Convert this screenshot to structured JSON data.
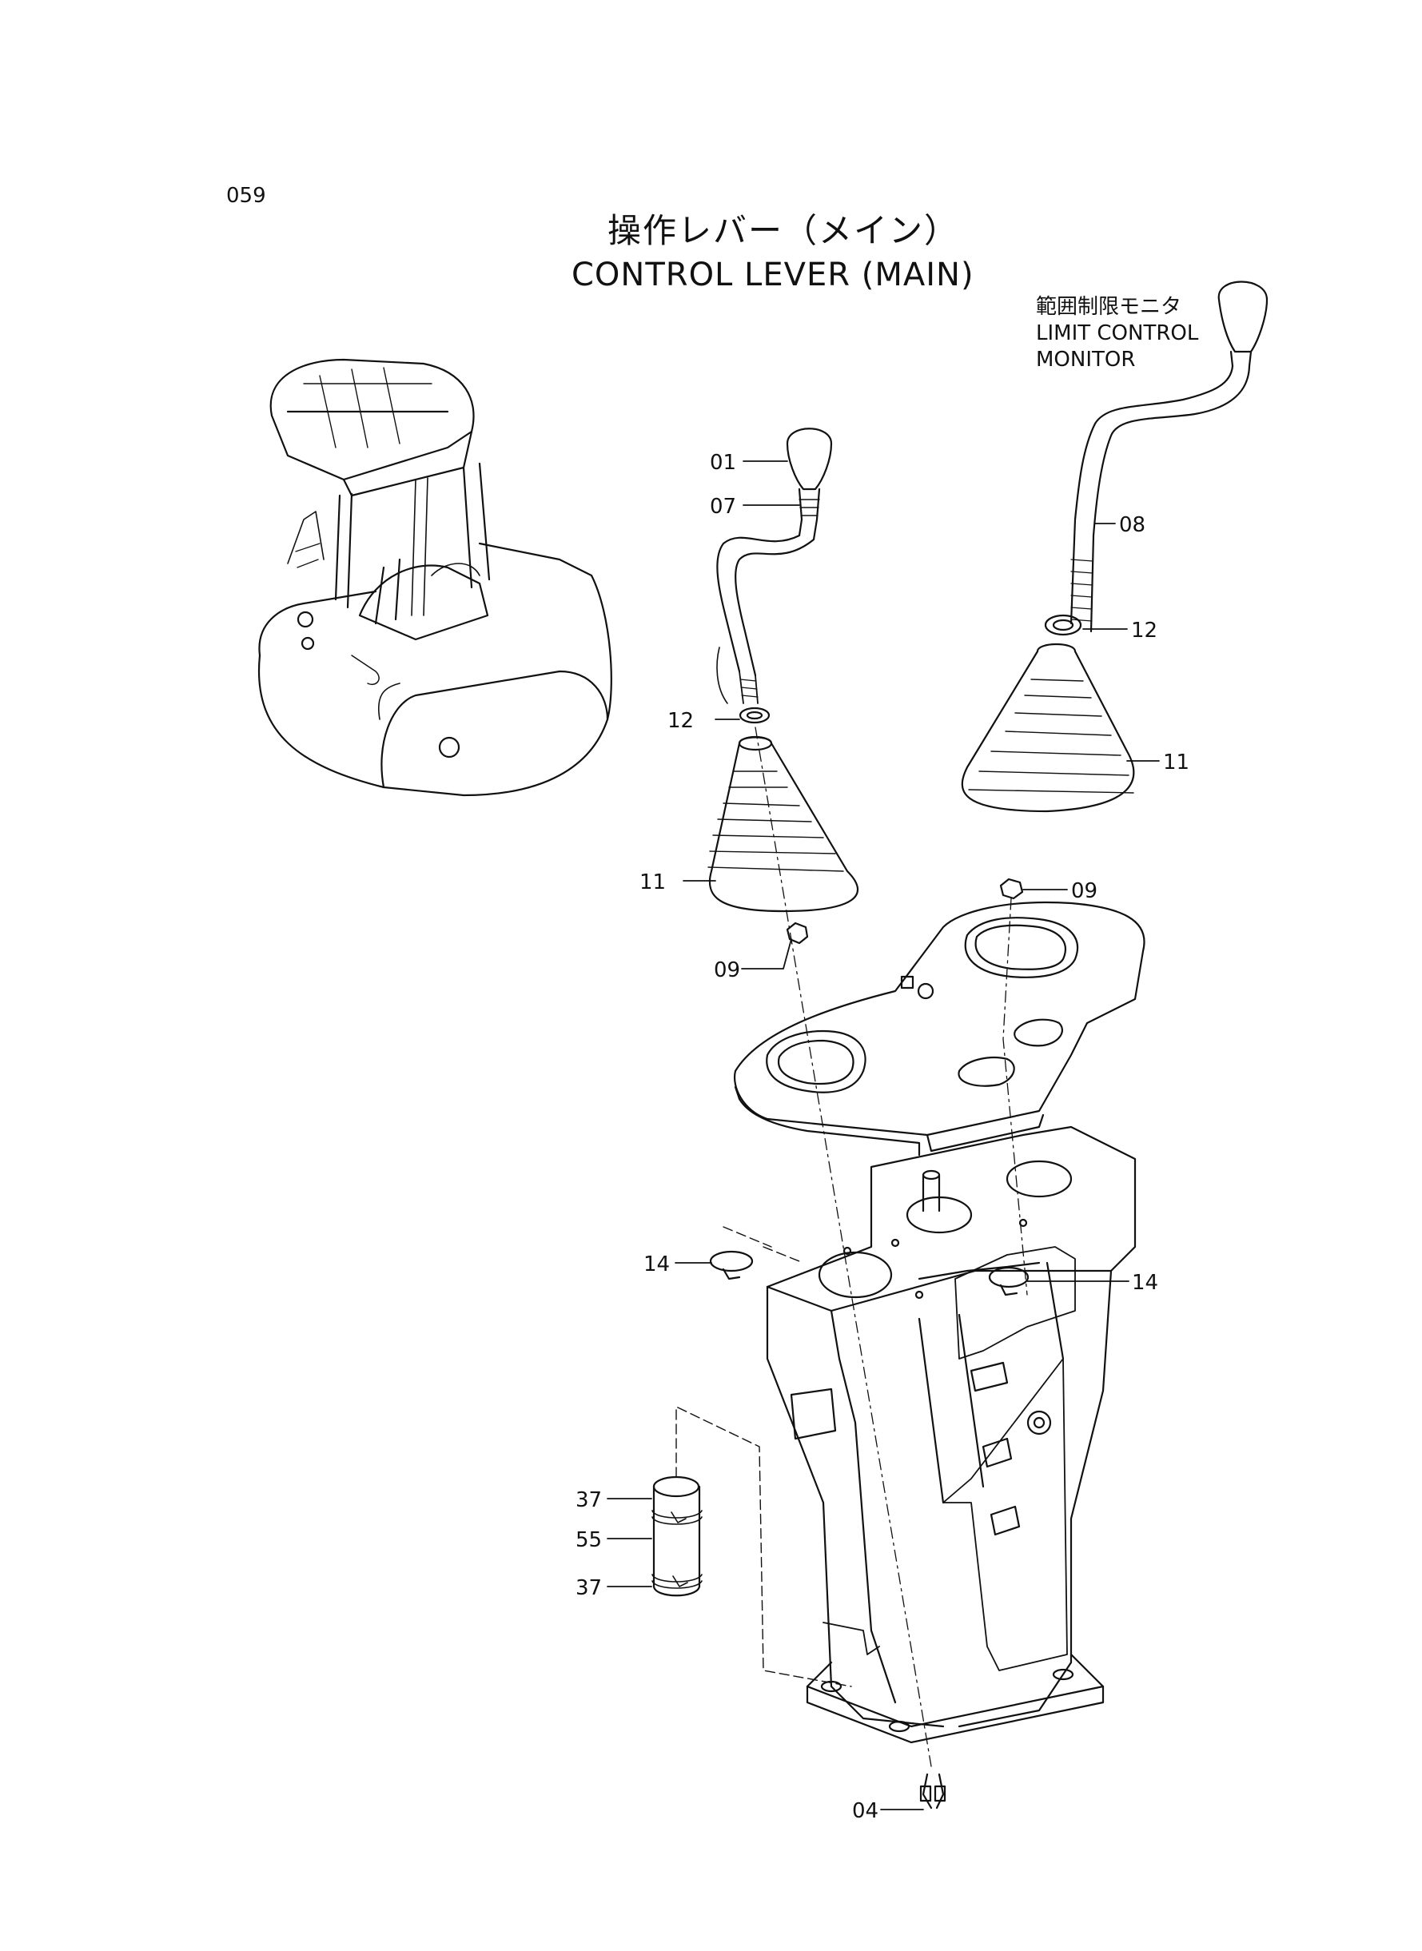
{
  "page": {
    "number": "059",
    "title_jp": "操作レバー（メイン）",
    "title_en": "CONTROL LEVER (MAIN)"
  },
  "annotation": {
    "line1": "範囲制限モニタ",
    "line2": "LIMIT CONTROL",
    "line3": "MONITOR"
  },
  "callouts": [
    {
      "id": "01",
      "label": "01"
    },
    {
      "id": "07",
      "label": "07"
    },
    {
      "id": "12-left",
      "label": "12"
    },
    {
      "id": "11-left",
      "label": "11"
    },
    {
      "id": "09-left",
      "label": "09"
    },
    {
      "id": "08",
      "label": "08"
    },
    {
      "id": "12-right",
      "label": "12"
    },
    {
      "id": "11-right",
      "label": "11"
    },
    {
      "id": "09-right",
      "label": "09"
    },
    {
      "id": "14-left",
      "label": "14"
    },
    {
      "id": "14-right",
      "label": "14"
    },
    {
      "id": "37-top",
      "label": "37"
    },
    {
      "id": "55",
      "label": "55"
    },
    {
      "id": "37-bottom",
      "label": "37"
    },
    {
      "id": "04",
      "label": "04"
    }
  ]
}
